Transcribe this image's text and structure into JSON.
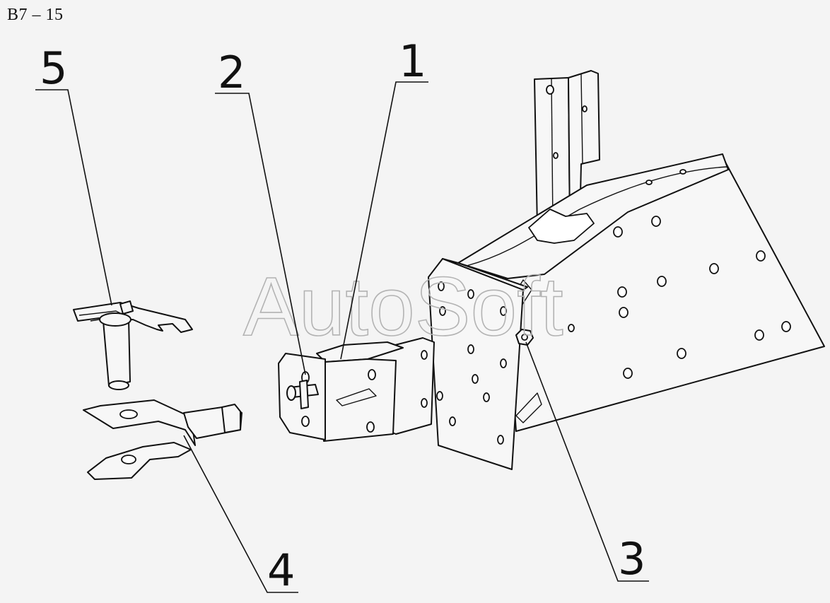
{
  "sheet_code": "B7 – 15",
  "watermark": "AutoSoft",
  "callouts": [
    {
      "id": "1",
      "label": "1"
    },
    {
      "id": "2",
      "label": "2"
    },
    {
      "id": "3",
      "label": "3"
    },
    {
      "id": "4",
      "label": "4"
    },
    {
      "id": "5",
      "label": "5"
    }
  ]
}
